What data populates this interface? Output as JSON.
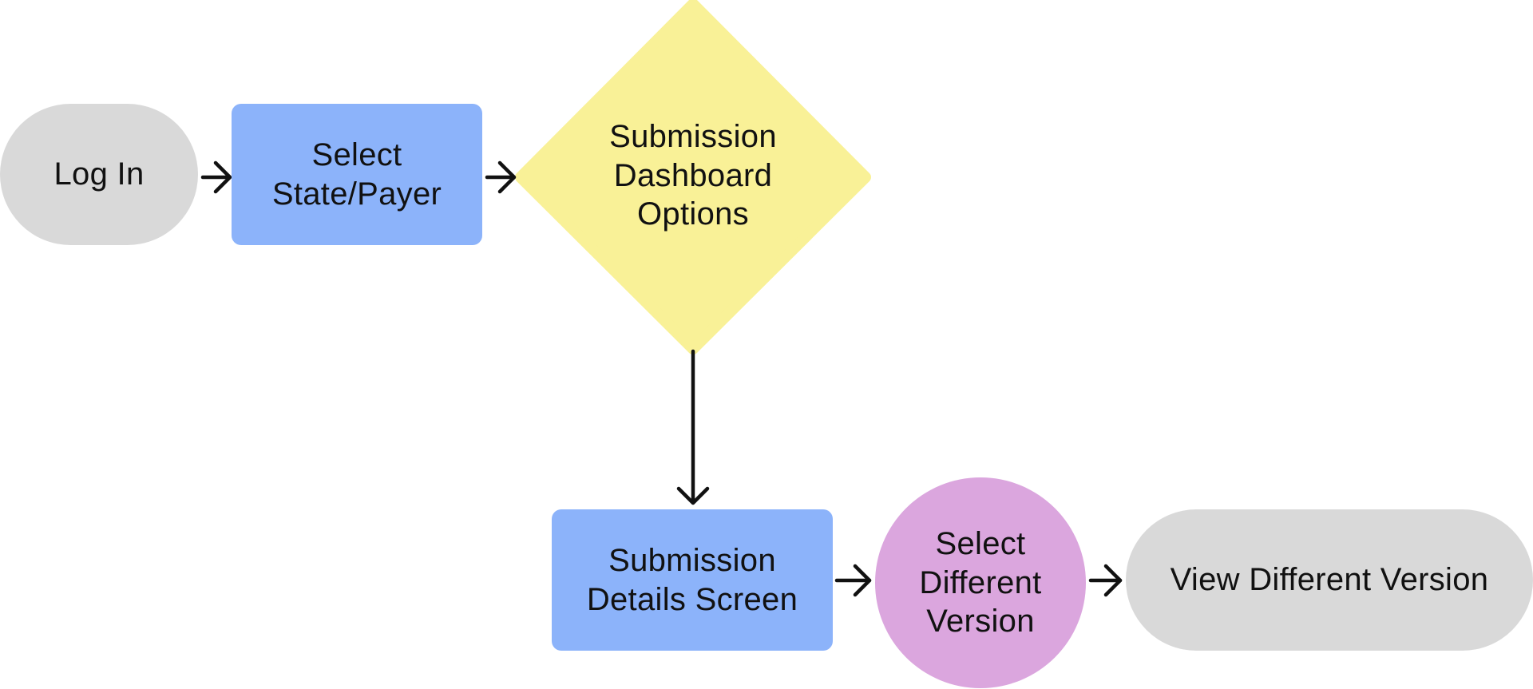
{
  "diagram": {
    "nodes": {
      "login": {
        "label": "Log In",
        "shape": "terminal",
        "color": "#d9d9d9"
      },
      "select_state": {
        "label": "Select\nState/Payer",
        "shape": "process",
        "color": "#8cb3fa"
      },
      "dashboard": {
        "label": "Submission\nDashboard\nOptions",
        "shape": "decision",
        "color": "#f9f197"
      },
      "details": {
        "label": "Submission\nDetails Screen",
        "shape": "process",
        "color": "#8cb3fa"
      },
      "select_version": {
        "label": "Select\nDifferent\nVersion",
        "shape": "circle",
        "color": "#dba6de"
      },
      "view_version": {
        "label": "View Different Version",
        "shape": "terminal",
        "color": "#d9d9d9"
      }
    },
    "edges": [
      {
        "from": "login",
        "to": "select_state"
      },
      {
        "from": "select_state",
        "to": "dashboard"
      },
      {
        "from": "dashboard",
        "to": "details"
      },
      {
        "from": "details",
        "to": "select_version"
      },
      {
        "from": "select_version",
        "to": "view_version"
      }
    ],
    "arrow_color": "#111111"
  }
}
